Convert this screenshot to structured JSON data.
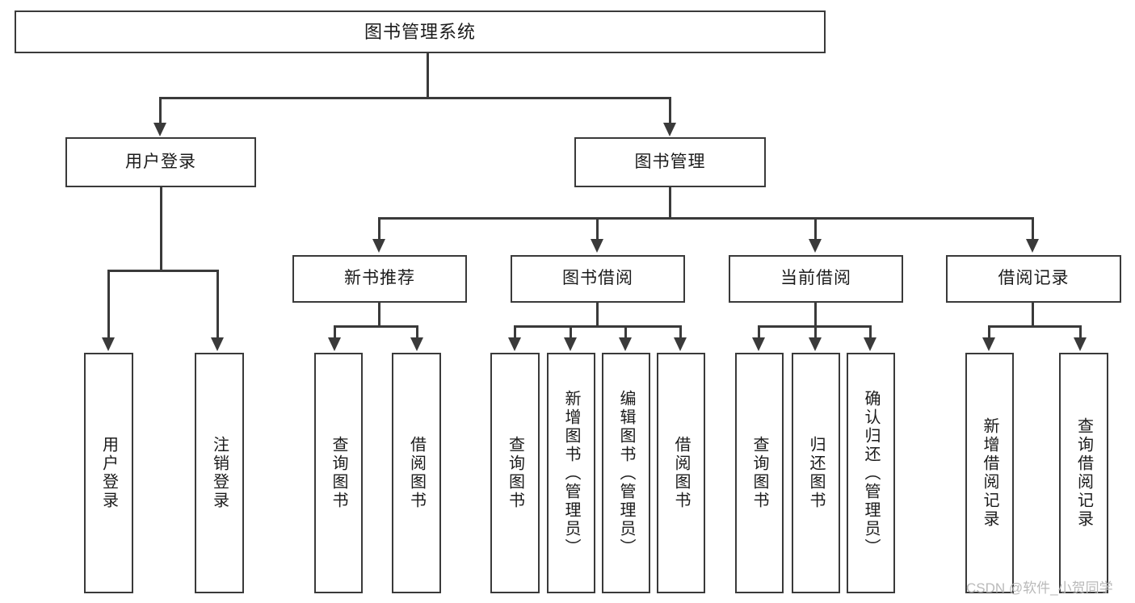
{
  "diagram": {
    "title": "图书管理系统",
    "type": "tree-hierarchy-chart",
    "watermark": "CSDN @软件_小贺同学",
    "colors": {
      "box_border": "#3a3a3a",
      "box_fill": "#ffffff",
      "connector": "#3a3a3a",
      "text": "#1b1b1b",
      "watermark": "#b9b9b9",
      "background": "#ffffff"
    },
    "levels": {
      "root": {
        "label": "图书管理系统"
      },
      "level2": [
        {
          "label": "用户登录"
        },
        {
          "label": "图书管理"
        }
      ],
      "level3": [
        {
          "label": "新书推荐"
        },
        {
          "label": "图书借阅"
        },
        {
          "label": "当前借阅"
        },
        {
          "label": "借阅记录"
        }
      ],
      "level4": [
        {
          "label": "用户登录",
          "parent": "用户登录"
        },
        {
          "label": "注销登录",
          "parent": "用户登录"
        },
        {
          "label": "查询图书",
          "parent": "新书推荐"
        },
        {
          "label": "借阅图书",
          "parent": "新书推荐"
        },
        {
          "label": "查询图书",
          "parent": "图书借阅"
        },
        {
          "label": "新增图书（管理员）",
          "parent": "图书借阅"
        },
        {
          "label": "编辑图书（管理员）",
          "parent": "图书借阅"
        },
        {
          "label": "借阅图书",
          "parent": "图书借阅"
        },
        {
          "label": "查询图书",
          "parent": "当前借阅"
        },
        {
          "label": "归还图书",
          "parent": "当前借阅"
        },
        {
          "label": "确认归还（管理员）",
          "parent": "当前借阅"
        },
        {
          "label": "新增借阅记录",
          "parent": "借阅记录"
        },
        {
          "label": "查询借阅记录",
          "parent": "借阅记录"
        }
      ]
    }
  }
}
